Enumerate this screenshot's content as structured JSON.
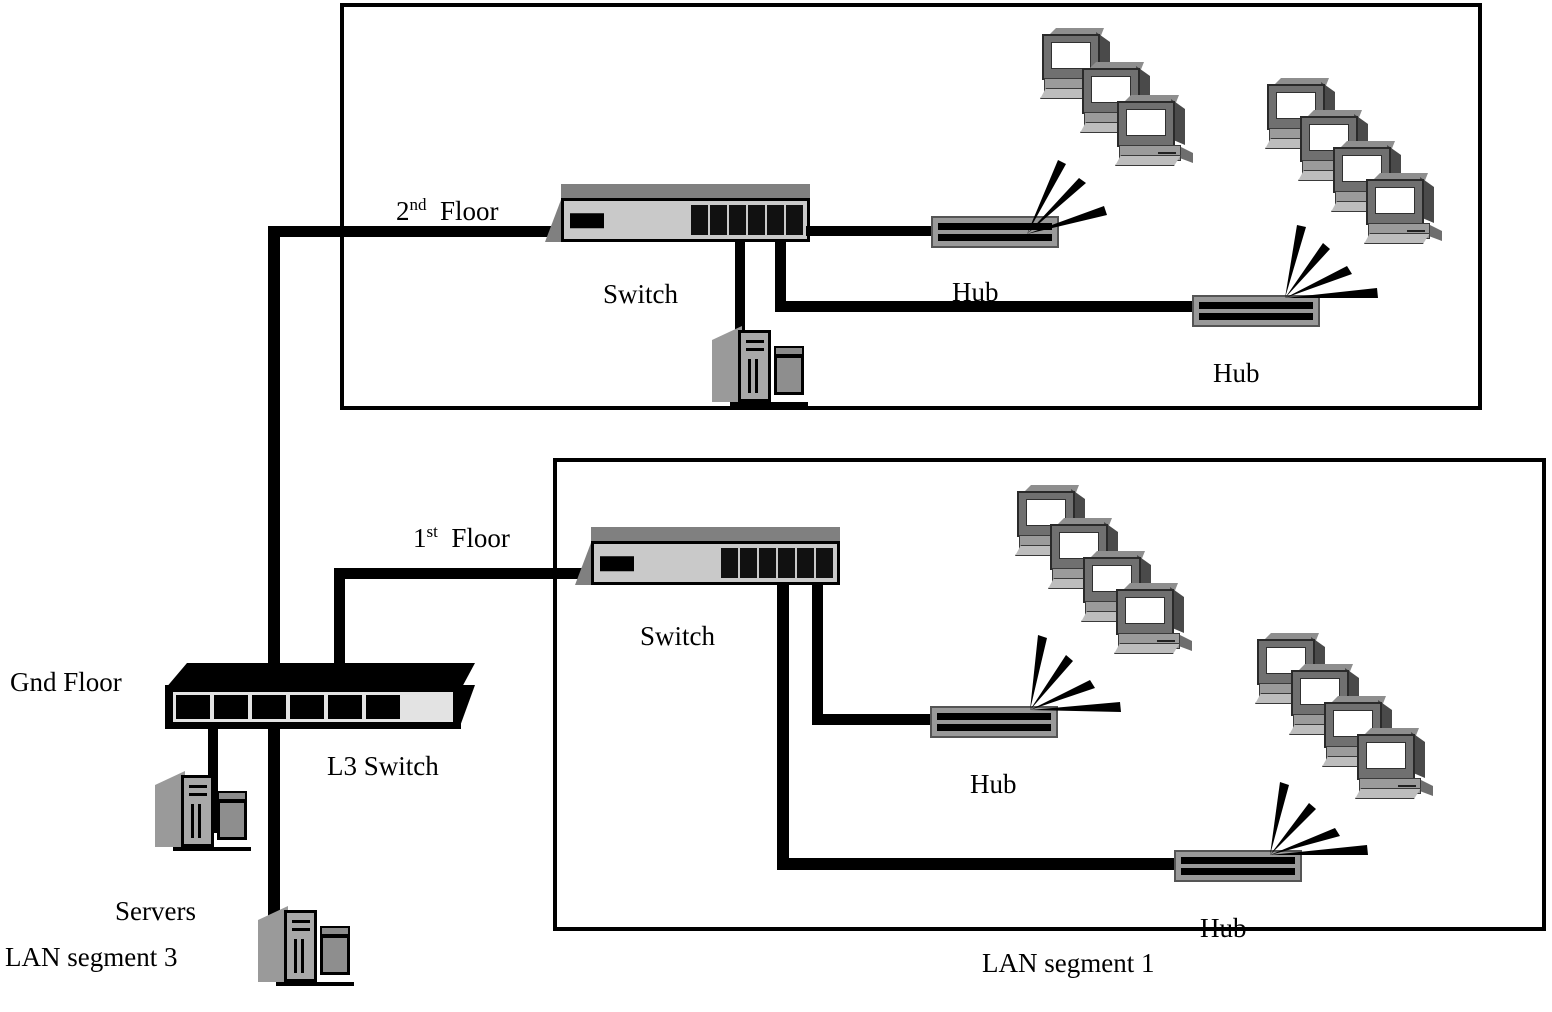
{
  "diagram": {
    "title": "Three-floor campus LAN topology",
    "labels": {
      "floor2": "2",
      "floor2_sup": "nd",
      "floor2_tail": "Floor",
      "floor1": "1",
      "floor1_sup": "st",
      "floor1_tail": "Floor",
      "gnd_floor": "Gnd Floor",
      "l3_switch": "L3 Switch",
      "servers": "Servers",
      "lan_segment_3": "LAN segment 3",
      "lan_segment_1": "LAN segment 1",
      "switch_floor2": "Switch",
      "switch_floor1": "Switch",
      "hub_f2_left": "Hub",
      "hub_f2_right": "Hub",
      "hub_f1_upper": "Hub",
      "hub_f1_lower": "Hub"
    },
    "devices": {
      "l3_switch": {
        "kind": "l3-switch",
        "ports": 6,
        "label": "L3 Switch"
      },
      "switch_floor2": {
        "kind": "switch",
        "ports": 6,
        "label": "Switch"
      },
      "switch_floor1": {
        "kind": "switch",
        "ports": 6,
        "label": "Switch"
      },
      "hubs": [
        {
          "id": "hub-f2-left",
          "label": "Hub",
          "pcs": 3
        },
        {
          "id": "hub-f2-right",
          "label": "Hub",
          "pcs": 4
        },
        {
          "id": "hub-f1-upper",
          "label": "Hub",
          "pcs": 4
        },
        {
          "id": "hub-f1-lower",
          "label": "Hub",
          "pcs": 4
        }
      ],
      "servers": [
        {
          "id": "server-floor2",
          "label": ""
        },
        {
          "id": "server-gnd-a",
          "label": "Servers"
        },
        {
          "id": "server-gnd-b",
          "label": ""
        }
      ]
    },
    "segments": [
      {
        "id": "lan-segment-2",
        "label": "",
        "floor": "2nd Floor"
      },
      {
        "id": "lan-segment-1",
        "label": "LAN segment 1",
        "floor": "1st Floor"
      },
      {
        "id": "lan-segment-3",
        "label": "LAN segment 3",
        "floor": "Gnd Floor"
      }
    ],
    "colors": {
      "wire": "#000000",
      "box_border": "#000000",
      "device_grey": "#808080",
      "device_face": "#c9c9c9",
      "hub_body": "#999999",
      "background": "#ffffff"
    }
  }
}
